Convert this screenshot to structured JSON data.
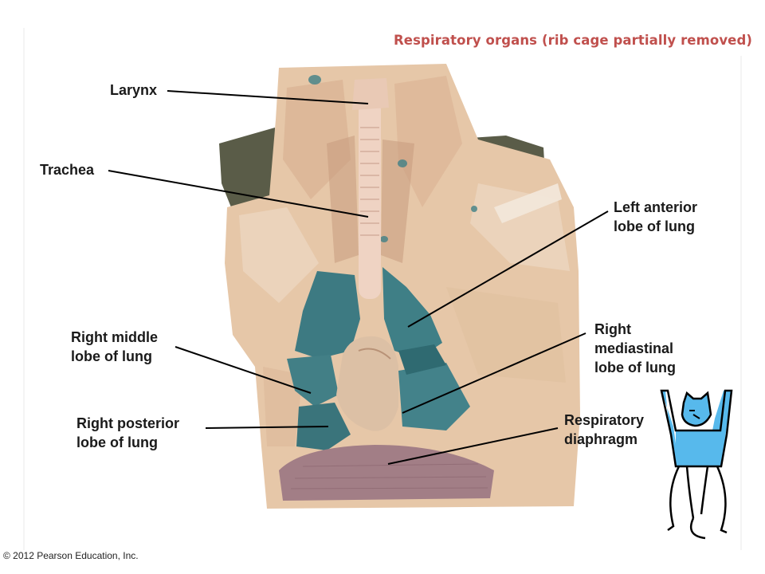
{
  "figure": {
    "title": "Respiratory organs (rib cage partially removed)",
    "copyright": "© 2012 Pearson Education, Inc."
  },
  "labels": {
    "larynx": "Larynx",
    "trachea": "Trachea",
    "left_anterior": [
      "Left anterior",
      "lobe of lung"
    ],
    "right_mediastinal": [
      "Right",
      "mediastinal",
      "lobe of lung"
    ],
    "right_middle": [
      "Right middle",
      "lobe of lung"
    ],
    "right_posterior": [
      "Right posterior",
      "lobe of lung"
    ],
    "diaphragm": [
      "Respiratory",
      "diaphragm"
    ]
  },
  "colors": {
    "title": "#c0504d",
    "tissue": "#e6c7a8",
    "lung": "#3f7f86",
    "heart": "#dcc0a5",
    "diaphragm": "#a27e86",
    "fur": "#5a5c48",
    "cat_body": "#57b9ec",
    "leader": "#000000"
  },
  "icons": {
    "orientation": "cat-orientation-icon"
  }
}
